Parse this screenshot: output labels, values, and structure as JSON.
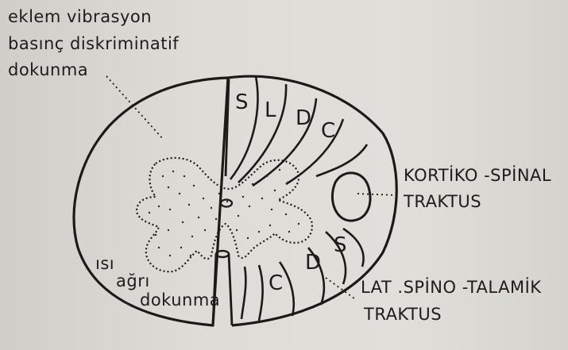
{
  "labels": {
    "top_left_line1": "eklem vibrasyon",
    "top_left_line2": "basınç diskriminatif",
    "top_left_line3": "dokunma",
    "right_top_line1": "KORTİKO -SPİNAL",
    "right_top_line2": "TRAKTUS",
    "right_bottom_line1": "LAT .SPİNO -TALAMİK",
    "right_bottom_line2": "TRAKTUS",
    "inner_line1": "ısı",
    "inner_line2": "ağrı",
    "inner_line3": "dokunma"
  },
  "segments_dorsal": [
    "S",
    "L",
    "D",
    "C"
  ],
  "segments_lateral": [
    "C",
    "D",
    "S"
  ],
  "colors": {
    "paper": "#dcdbd5",
    "ink": "#1b1a18"
  }
}
